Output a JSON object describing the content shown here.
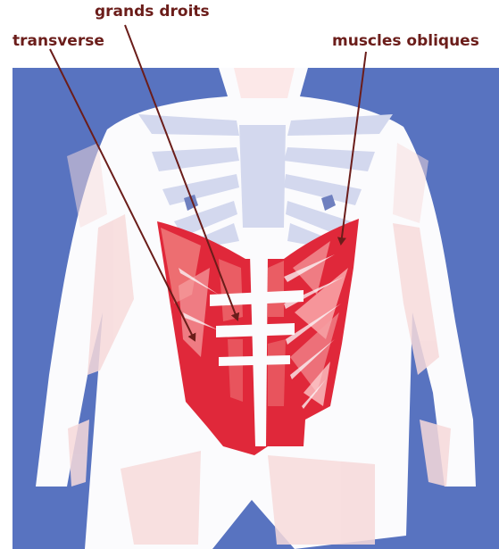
{
  "labels": {
    "grands_droits": "grands droits",
    "transverse": "transverse",
    "muscles_obliques": "muscles obliques"
  },
  "colors": {
    "background": "#5873c0",
    "body": "#fbfbfd",
    "ribs": "#d3d8ee",
    "muscle": "#e0283a",
    "muscle_light": "#f4a5a8",
    "limb_tint": "#f7dada",
    "leader": "#6b1d1a"
  }
}
